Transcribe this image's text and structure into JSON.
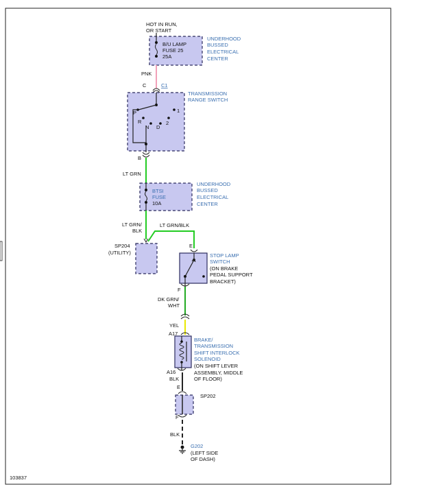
{
  "power_source": {
    "line1": "HOT IN RUN,",
    "line2": "OR START"
  },
  "fuse_bu": {
    "line1": "B/U LAMP",
    "line2": "FUSE 25",
    "line3": "25A"
  },
  "underhood_1": {
    "line1": "UNDERHOOD",
    "line2": "BUSSED",
    "line3": "ELECTRICAL",
    "line4": "CENTER"
  },
  "wire_pnk": "PNK",
  "connector_c": "C",
  "connector_c1": "C1",
  "trs": {
    "line1": "TRANSMISSION",
    "line2": "RANGE SWITCH",
    "pos_p": "P",
    "pos_r": "R",
    "pos_n": "N",
    "pos_d": "D",
    "pos_1": "1",
    "pos_2": "2",
    "pin_b": "B"
  },
  "wire_lt_grn": "LT GRN",
  "fuse_btsi": {
    "line1": "BTSI",
    "line2": "FUSE",
    "line3": "10A"
  },
  "underhood_2": {
    "line1": "UNDERHOOD",
    "line2": "BUSSED",
    "line3": "ELECTRICAL",
    "line4": "CENTER"
  },
  "wire_lt_grn_blk_a": {
    "line1": "LT GRN/",
    "line2": "BLK"
  },
  "wire_lt_grn_blk_b": "LT GRN/BLK",
  "sp204": {
    "line1": "SP204",
    "line2": "(UTILITY)"
  },
  "pin_e_stop": "E",
  "stop_lamp": {
    "line1": "STOP LAMP",
    "line2": "SWITCH",
    "line3": "(ON BRAKE",
    "line4": "PEDAL SUPPORT",
    "line5": "BRACKET)"
  },
  "pin_f_stop": "F",
  "wire_dk_grn_wht": {
    "line1": "DK GRN/",
    "line2": "WHT"
  },
  "wire_yel": "YEL",
  "pin_a17": "A17",
  "solenoid": {
    "line1": "BRAKE/",
    "line2": "TRANSMISSION",
    "line3": "SHIFT INTERLOCK",
    "line4": "SOLENOID",
    "line5": "(ON SHIFT LEVER",
    "line6": "ASSEMBLY, MIDDLE",
    "line7": "OF FLOOR)"
  },
  "pin_a16": "A16",
  "wire_blk_1": "BLK",
  "pin_e_sp202": "E",
  "sp202": "SP202",
  "pin_f_sp202": "F",
  "wire_blk_2": "BLK",
  "ground": {
    "line1": "G202",
    "line2": "(LEFT SIDE",
    "line3": "OF DASH)"
  },
  "figure_id": "103837",
  "colors": {
    "component_fill": "#c8c8f0",
    "component_stroke": "#2b2b5e",
    "wire_pink": "#f2a0b8",
    "wire_green": "#22cc22",
    "wire_yellow": "#e8e800",
    "label_blue": "#3a6fb0"
  }
}
